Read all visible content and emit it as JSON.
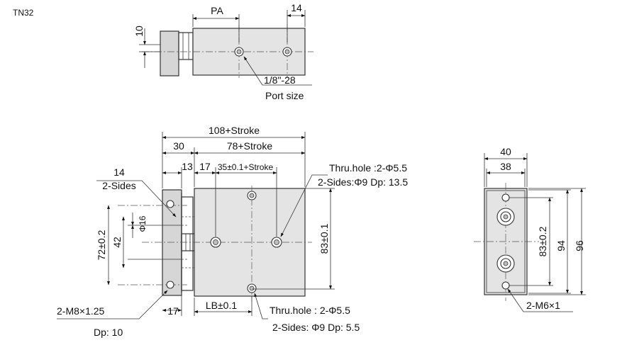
{
  "model": "TN32",
  "top_view": {
    "dim_pa": "PA",
    "dim_14": "14",
    "dim_10": "10",
    "port_thread": "1/8\"-28",
    "port_label": "Port size"
  },
  "front_view": {
    "dim_overall": "108+Stroke",
    "dim_30": "30",
    "dim_body": "78+Stroke",
    "dim_13": "13",
    "dim_17_top": "17",
    "dim_35": "35±0.1+Stroke",
    "dim_14_sides": "14",
    "label_2_sides": "2-Sides",
    "dim_phi16": "Φ16",
    "dim_72": "72±0.2",
    "dim_42": "42",
    "dim_83": "83±0.1",
    "thru_top_1": "Thru.hole :2-Φ5.5",
    "thru_top_2": "2-Sides:Φ9 Dp: 13.5",
    "thread_m8": "2-M8×1.25",
    "thread_dp": "Dp: 10",
    "dim_17_bottom": "17",
    "dim_lb": "LB±0.1",
    "thru_bot_1": "Thru.hole : 2-Φ5.5",
    "thru_bot_2": "2-Sides: Φ9 Dp: 5.5"
  },
  "side_view": {
    "dim_40": "40",
    "dim_38": "38",
    "dim_83": "83±0.2",
    "dim_94": "94",
    "dim_96": "96",
    "thread_m6": "2-M6×1"
  }
}
